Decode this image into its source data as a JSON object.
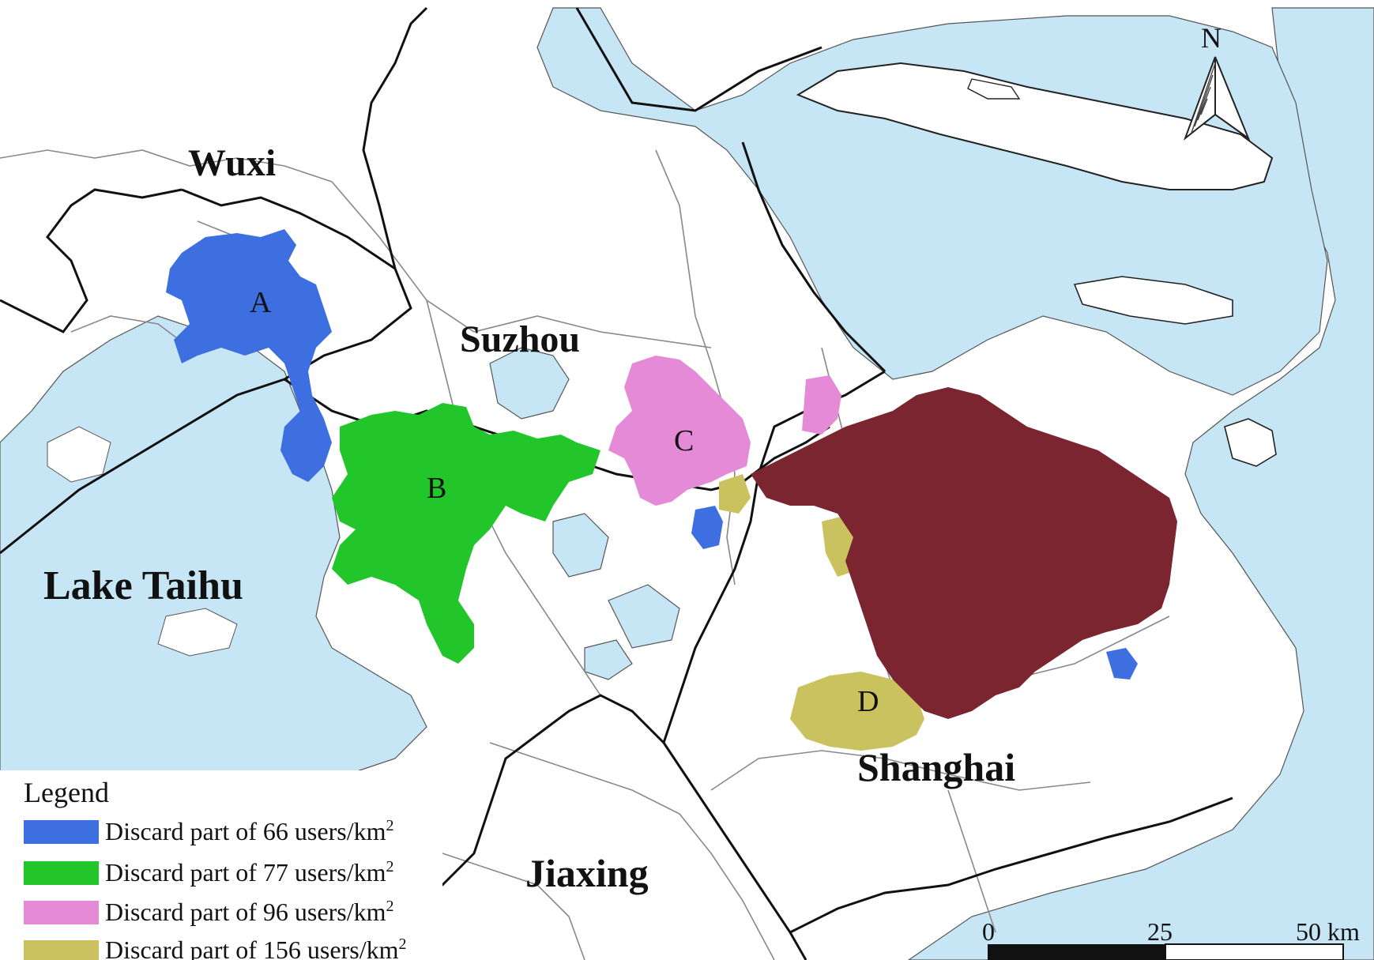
{
  "map": {
    "cities": [
      {
        "id": "wuxi",
        "label": "Wuxi"
      },
      {
        "id": "suzhou",
        "label": "Suzhou"
      },
      {
        "id": "lake-taihu",
        "label": "Lake Taihu"
      },
      {
        "id": "shanghai",
        "label": "Shanghai"
      },
      {
        "id": "jiaxing",
        "label": "Jiaxing"
      }
    ],
    "regions": [
      {
        "letter": "A",
        "category": "66"
      },
      {
        "letter": "B",
        "category": "77"
      },
      {
        "letter": "C",
        "category": "96"
      },
      {
        "letter": "D",
        "category": "156"
      }
    ],
    "north_arrow": {
      "label": "N"
    },
    "scale_bar": {
      "ticks": [
        "0",
        "25",
        "50 km"
      ]
    },
    "colors": {
      "water": "#c7e6f5",
      "cat66": "#3d6fe0",
      "cat77": "#22c52a",
      "cat96": "#e58ad6",
      "cat156": "#c9c25f",
      "core": "#7a2530"
    }
  },
  "legend": {
    "title": "Legend",
    "items": [
      {
        "label": "Discard part of 66 users/km",
        "sup": "2",
        "color": "#3d6fe0"
      },
      {
        "label": "Discard part of 77 users/km",
        "sup": "2",
        "color": "#22c52a"
      },
      {
        "label": "Discard part of 96 users/km",
        "sup": "2",
        "color": "#e58ad6"
      },
      {
        "label": "Discard part of 156 users/km",
        "sup": "2",
        "color": "#c9c25f"
      }
    ]
  }
}
